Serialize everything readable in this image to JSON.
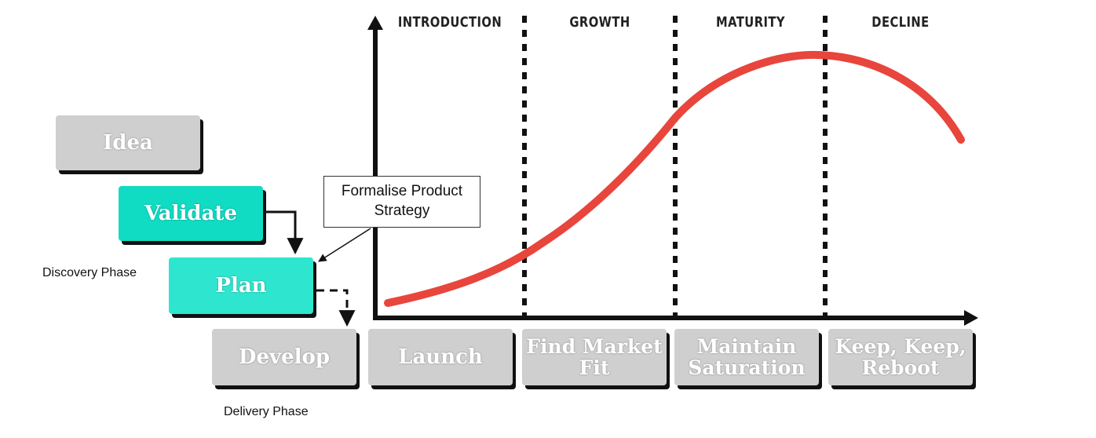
{
  "lifecycle": {
    "stages": [
      {
        "label": "INTRODUCTION"
      },
      {
        "label": "GROWTH"
      },
      {
        "label": "MATURITY"
      },
      {
        "label": "DECLINE"
      }
    ],
    "curve_color": "#e8453c"
  },
  "flow": {
    "idea": "Idea",
    "validate": "Validate",
    "plan": "Plan",
    "develop": "Develop",
    "launch": "Launch",
    "find_market_fit": "Find Market\nFit",
    "maintain_saturation": "Maintain\nSaturation",
    "keep_reboot": "Keep, Keep,\nReboot"
  },
  "callout": "Formalise Product\nStrategy",
  "phases": {
    "discovery": "Discovery Phase",
    "delivery": "Delivery Phase"
  },
  "colors": {
    "grey_box": "#cfcfcf",
    "teal_validate": "#10dcc4",
    "teal_plan": "#2ee6cf",
    "curve": "#e8453c"
  }
}
